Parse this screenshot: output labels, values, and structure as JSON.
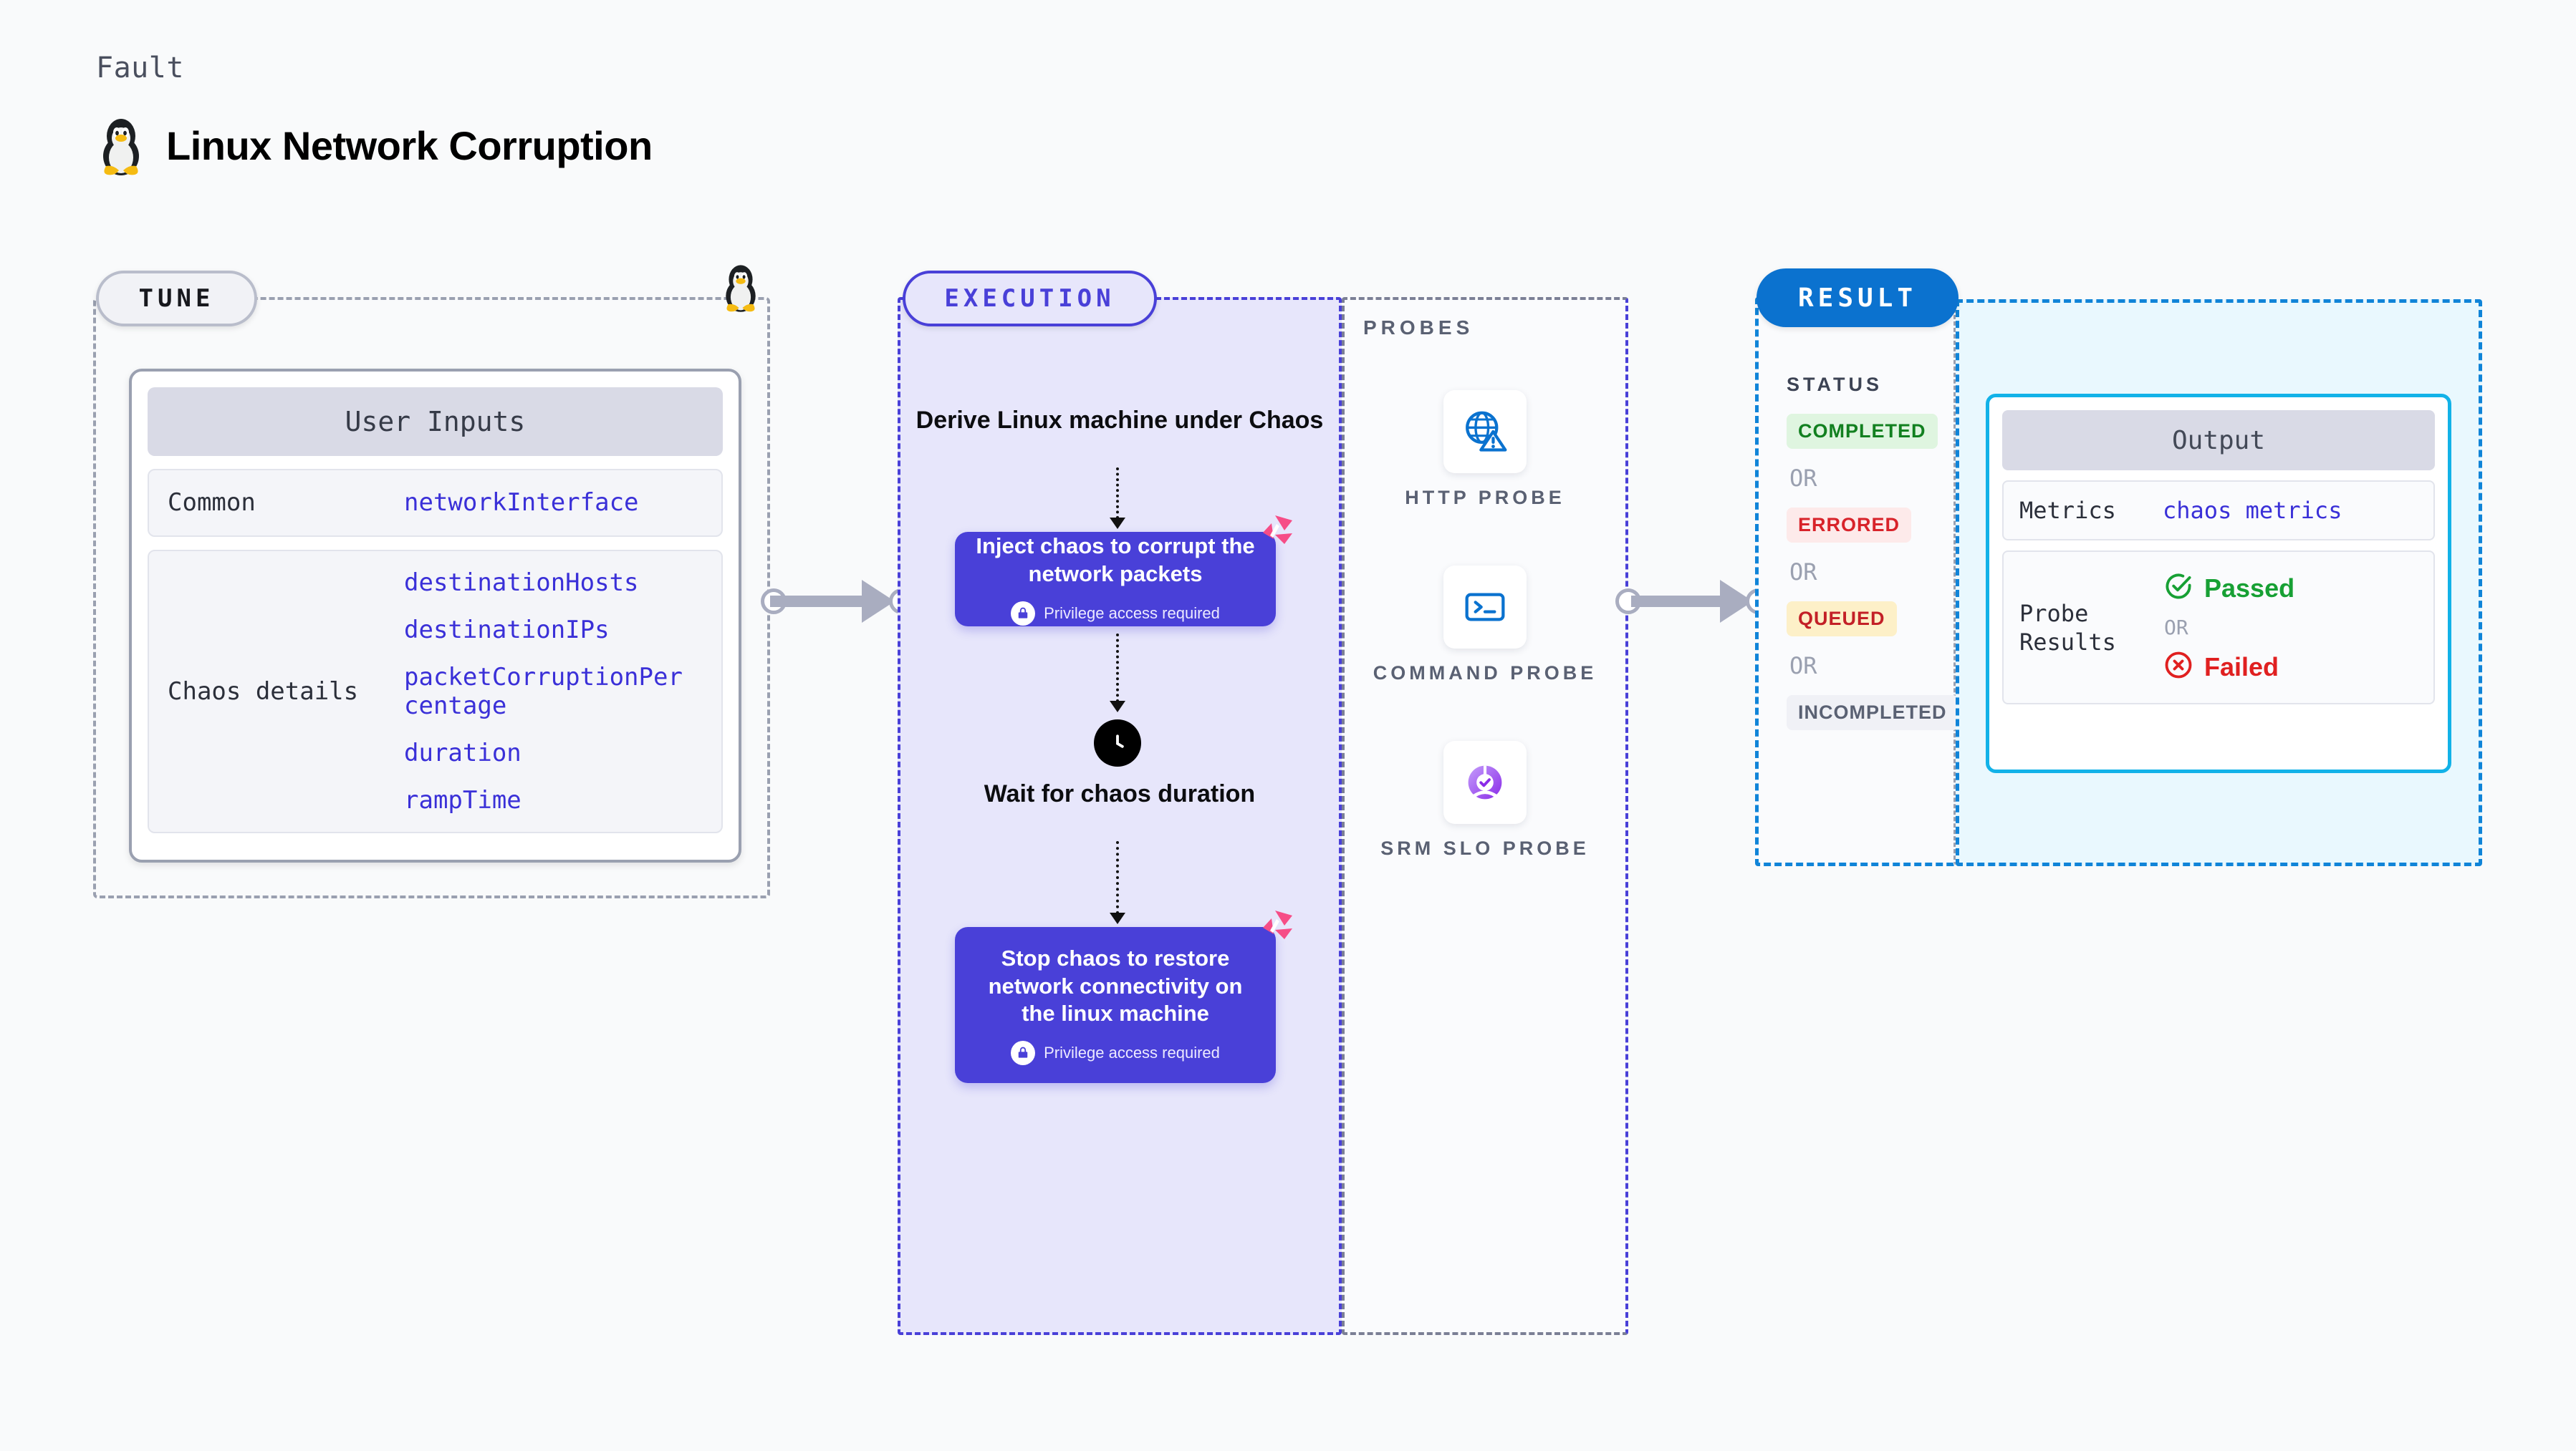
{
  "header": {
    "eyebrow": "Fault",
    "title": "Linux Network Corruption",
    "os_icon": "linux-penguin-icon"
  },
  "tune": {
    "pill_label": "TUNE",
    "card_title": "User Inputs",
    "sections": [
      {
        "label": "Common",
        "values": [
          "networkInterface"
        ]
      },
      {
        "label": "Chaos details",
        "values": [
          "destinationHosts",
          "destinationIPs",
          "packetCorruptionPercentage",
          "duration",
          "rampTime"
        ]
      }
    ]
  },
  "execution": {
    "pill_label": "EXECUTION",
    "steps": [
      {
        "kind": "title",
        "label": "Derive Linux machine under Chaos"
      },
      {
        "kind": "node",
        "label": "Inject chaos to corrupt the network packets",
        "privilege_note": "Privilege access required",
        "corner_icon": "harness-logo-icon"
      },
      {
        "kind": "wait",
        "icon": "clock-icon",
        "label": "Wait for chaos duration"
      },
      {
        "kind": "node",
        "label": "Stop chaos to restore network connectivity on the linux machine",
        "privilege_note": "Privilege access required",
        "corner_icon": "harness-logo-icon"
      }
    ]
  },
  "probes": {
    "section_label": "PROBES",
    "items": [
      {
        "name": "HTTP PROBE",
        "icon": "globe-warning-icon"
      },
      {
        "name": "COMMAND PROBE",
        "icon": "terminal-icon"
      },
      {
        "name": "SRM SLO PROBE",
        "icon": "slo-check-icon"
      }
    ]
  },
  "result": {
    "pill_label": "RESULT",
    "status_label": "STATUS",
    "or_label": "OR",
    "statuses": [
      {
        "label": "COMPLETED",
        "style": "completed"
      },
      {
        "label": "ERRORED",
        "style": "errored"
      },
      {
        "label": "QUEUED",
        "style": "queued"
      },
      {
        "label": "INCOMPLETED",
        "style": "incompleted"
      }
    ]
  },
  "output": {
    "card_title": "Output",
    "metrics_label": "Metrics",
    "metrics_value": "chaos metrics",
    "probe_results_label": "Probe Results",
    "passed_label": "Passed",
    "failed_label": "Failed",
    "or_label": "OR"
  },
  "colors": {
    "page_bg": "#f9fafb",
    "execution_accent": "#4940d8",
    "execution_bg": "#e7e6fb",
    "result_accent": "#0b72cf",
    "output_accent": "#12b2e8",
    "output_bg": "#e9f8fe",
    "mono_value": "#3a30d8",
    "harness_pink": "#f64d87",
    "passed_green": "#17a034",
    "failed_red": "#e02020",
    "neutral_dash": "#9aa0b0"
  }
}
